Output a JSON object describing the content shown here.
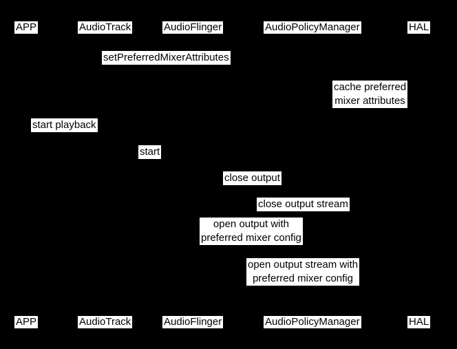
{
  "colors": {
    "background": "#000000",
    "label_background": "#ffffff",
    "label_text": "#000000"
  },
  "participants": {
    "app": "APP",
    "audiotrack": "AudioTrack",
    "audioflinger": "AudioFlinger",
    "audiopolicymanager": "AudioPolicyManager",
    "hal": "HAL"
  },
  "messages": {
    "set_preferred_mixer_attributes": "setPreferredMixerAttributes",
    "cache_preferred_mixer_attributes": "cache preferred\nmixer attributes",
    "start_playback": "start playback",
    "start": "start",
    "close_output": "close output",
    "close_output_stream": "close output stream",
    "open_output_with_preferred_mixer_config": "open output with\npreferred mixer config",
    "open_output_stream_with_preferred_mixer_config": "open output stream with\npreferred mixer config"
  }
}
